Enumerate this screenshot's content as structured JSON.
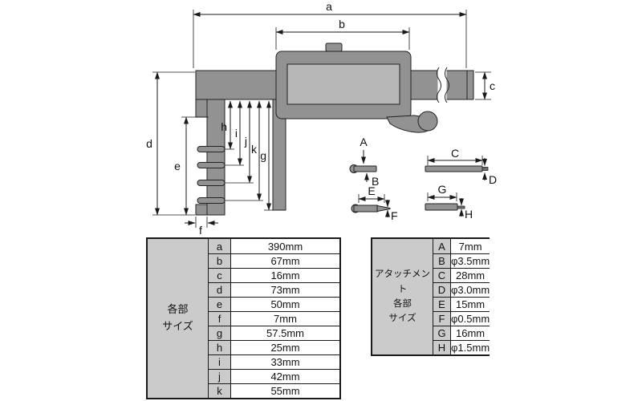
{
  "diagram": {
    "labels": {
      "a": "a",
      "b": "b",
      "c": "c",
      "d": "d",
      "e": "e",
      "f": "f",
      "g": "g",
      "h": "h",
      "i": "i",
      "j": "j",
      "k": "k",
      "A": "A",
      "B": "B",
      "C": "C",
      "D": "D",
      "E": "E",
      "F": "F",
      "G": "G",
      "H": "H"
    }
  },
  "parts_table": {
    "header": "各部\nサイズ",
    "rows": [
      {
        "key": "a",
        "value": "390mm"
      },
      {
        "key": "b",
        "value": "67mm"
      },
      {
        "key": "c",
        "value": "16mm"
      },
      {
        "key": "d",
        "value": "73mm"
      },
      {
        "key": "e",
        "value": "50mm"
      },
      {
        "key": "f",
        "value": "7mm"
      },
      {
        "key": "g",
        "value": "57.5mm"
      },
      {
        "key": "h",
        "value": "25mm"
      },
      {
        "key": "i",
        "value": "33mm"
      },
      {
        "key": "j",
        "value": "42mm"
      },
      {
        "key": "k",
        "value": "55mm"
      }
    ]
  },
  "attachment_table": {
    "header": "アタッチメント\n各部\nサイズ",
    "rows": [
      {
        "key": "A",
        "value": "7mm"
      },
      {
        "key": "B",
        "value": "φ3.5mm"
      },
      {
        "key": "C",
        "value": "28mm"
      },
      {
        "key": "D",
        "value": "φ3.0mm"
      },
      {
        "key": "E",
        "value": "15mm"
      },
      {
        "key": "F",
        "value": "φ0.5mm"
      },
      {
        "key": "G",
        "value": "16mm"
      },
      {
        "key": "H",
        "value": "φ1.5mm"
      }
    ]
  },
  "colors": {
    "metal": "#929292",
    "screen": "#b7b7b7",
    "cell_gray": "#cbcbcb",
    "line": "#1a1a1a"
  }
}
